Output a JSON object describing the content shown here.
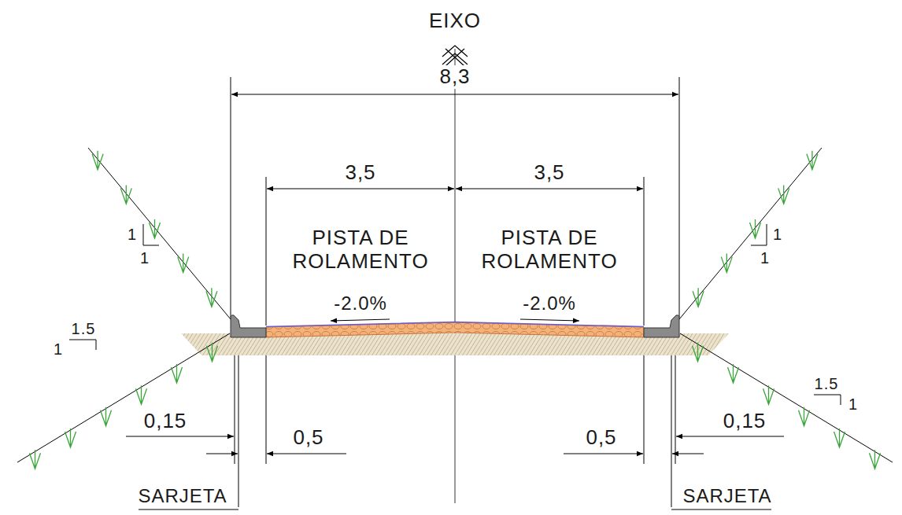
{
  "diagram": {
    "labels": [
      "EIXO",
      "8,3",
      "3,5",
      "3,5",
      "PISTA DE ROLAMENTO",
      "PISTA DE ROLAMENTO",
      "-2.0%",
      "-2.0%",
      "1",
      "1",
      "1",
      "1",
      "1.5",
      "1",
      "1.5",
      "1",
      "0,15",
      "0,5",
      "0,5",
      "0,15",
      "SARJETA",
      "SARJETA"
    ]
  }
}
